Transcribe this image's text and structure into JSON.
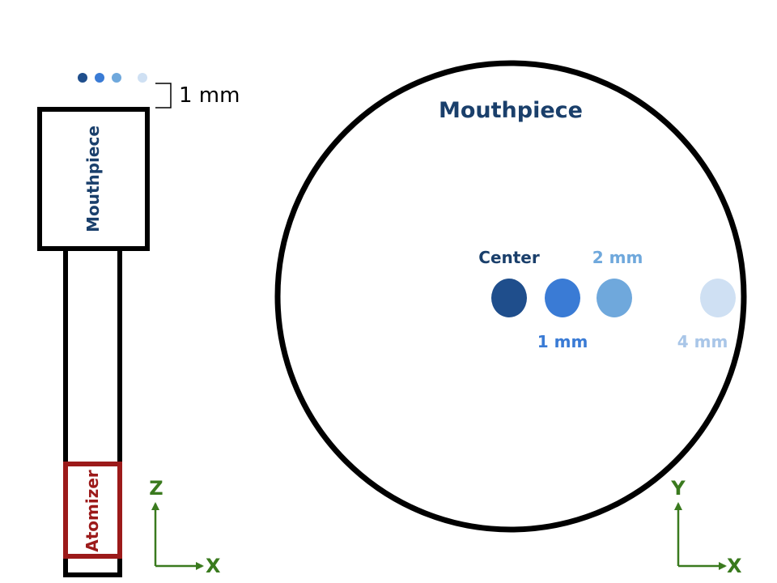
{
  "side_view": {
    "mouthpiece_label": "Mouthpiece",
    "atomizer_label": "Atomizer",
    "spacing_label": "1 mm",
    "axis_vertical": "Z",
    "axis_horizontal": "X"
  },
  "top_view": {
    "title": "Mouthpiece",
    "points": [
      {
        "label": "Center",
        "color": "#1f4e8c"
      },
      {
        "label": "1 mm",
        "color": "#3a7bd5"
      },
      {
        "label": "2 mm",
        "color": "#6fa8dc"
      },
      {
        "label": "4 mm",
        "color": "#cfe0f3"
      }
    ],
    "axis_vertical": "Y",
    "axis_horizontal": "X"
  },
  "colors": {
    "outline": "#000000",
    "atomizer": "#9c1a1a",
    "axis": "#3a7a1e",
    "text_dark_blue": "#1a3f6b",
    "label_center": "#1a3f6b",
    "label_1mm": "#3a7bd5",
    "label_2mm": "#6fa8dc",
    "label_4mm": "#a9c6e8"
  }
}
